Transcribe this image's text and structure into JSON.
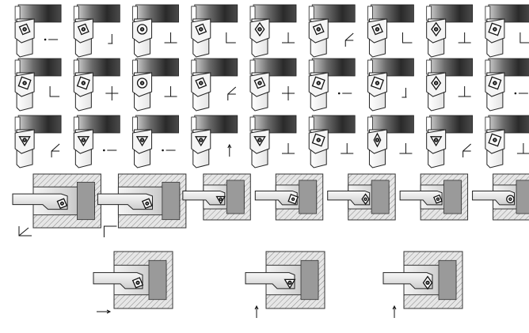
{
  "sheet": {
    "description_visible_text": "",
    "colors": {
      "background": "#ffffff",
      "workpiece_dark": "#3a3a3a",
      "workpiece_light": "#d8d8d8",
      "tool_body": "#f2f2f2",
      "outline": "#222222",
      "hatch": "#8a8a8a",
      "bore": "#f7f7f7"
    },
    "rows": [
      {
        "id": "row-1",
        "kind": "external-turning-tools",
        "items": [
          {
            "id": "tool-1",
            "insert": "rhombic-80",
            "symbol": "dash"
          },
          {
            "id": "tool-2",
            "insert": "rhombic-80",
            "symbol": "tick"
          },
          {
            "id": "tool-3",
            "insert": "round",
            "symbol": "perp"
          },
          {
            "id": "tool-4",
            "insert": "rhombic-80",
            "symbol": "ell"
          },
          {
            "id": "tool-5",
            "insert": "diamond-55",
            "symbol": "perp"
          },
          {
            "id": "tool-6",
            "insert": "rhombic-80",
            "symbol": "angle"
          },
          {
            "id": "tool-7",
            "insert": "rhombic-80",
            "symbol": "ell"
          },
          {
            "id": "tool-8",
            "insert": "diamond-55",
            "symbol": "perp"
          },
          {
            "id": "tool-9",
            "insert": "square",
            "symbol": "ell"
          }
        ]
      },
      {
        "id": "row-2",
        "kind": "external-turning-tools",
        "items": [
          {
            "id": "tool-10",
            "insert": "square",
            "symbol": "ell"
          },
          {
            "id": "tool-11",
            "insert": "square",
            "symbol": "tee"
          },
          {
            "id": "tool-12",
            "insert": "round",
            "symbol": "perp"
          },
          {
            "id": "tool-13",
            "insert": "rhombic-80",
            "symbol": "angle"
          },
          {
            "id": "tool-14",
            "insert": "rhombic-80",
            "symbol": "tee"
          },
          {
            "id": "tool-15",
            "insert": "square",
            "symbol": "dash"
          },
          {
            "id": "tool-16",
            "insert": "square",
            "symbol": "tick"
          },
          {
            "id": "tool-17",
            "insert": "diamond-55",
            "symbol": "perp"
          },
          {
            "id": "tool-18",
            "insert": "square",
            "symbol": "dash"
          }
        ]
      },
      {
        "id": "row-3",
        "kind": "external-turning-tools",
        "items": [
          {
            "id": "tool-19",
            "insert": "triangle",
            "symbol": "angle"
          },
          {
            "id": "tool-20",
            "insert": "triangle",
            "symbol": "dash"
          },
          {
            "id": "tool-21",
            "insert": "triangle",
            "symbol": "dash"
          },
          {
            "id": "tool-22",
            "insert": "triangle",
            "symbol": "arrow-up"
          },
          {
            "id": "tool-23",
            "insert": "triangle",
            "symbol": "perp"
          },
          {
            "id": "tool-24",
            "insert": "square",
            "symbol": "perp"
          },
          {
            "id": "tool-25",
            "insert": "diamond-35",
            "symbol": "perp"
          },
          {
            "id": "tool-26",
            "insert": "triangle",
            "symbol": "angle"
          },
          {
            "id": "tool-27",
            "insert": "square",
            "symbol": "perp"
          }
        ]
      },
      {
        "id": "row-4",
        "kind": "boring-bars-in-section",
        "items": [
          {
            "id": "bore-1",
            "insert": "rhombic-80",
            "symbol": "corner-arrow"
          },
          {
            "id": "bore-2",
            "insert": "rhombic-80",
            "symbol": "corner"
          },
          {
            "id": "bore-3",
            "insert": "triangle",
            "symbol": "none"
          },
          {
            "id": "bore-4",
            "insert": "square",
            "symbol": "none"
          },
          {
            "id": "bore-5",
            "insert": "diamond-55",
            "symbol": "none"
          },
          {
            "id": "bore-6",
            "insert": "rhombic-80",
            "symbol": "none"
          },
          {
            "id": "bore-7",
            "insert": "round",
            "symbol": "none"
          }
        ]
      },
      {
        "id": "row-5",
        "kind": "boring-bars-in-section",
        "items": [
          {
            "id": "bore-8",
            "insert": "rhombic-80",
            "symbol": "arrow-right"
          },
          {
            "id": "bore-9",
            "insert": "triangle",
            "symbol": "arrow-up"
          },
          {
            "id": "bore-10",
            "insert": "diamond-55",
            "symbol": "arrow-up"
          }
        ]
      }
    ]
  }
}
